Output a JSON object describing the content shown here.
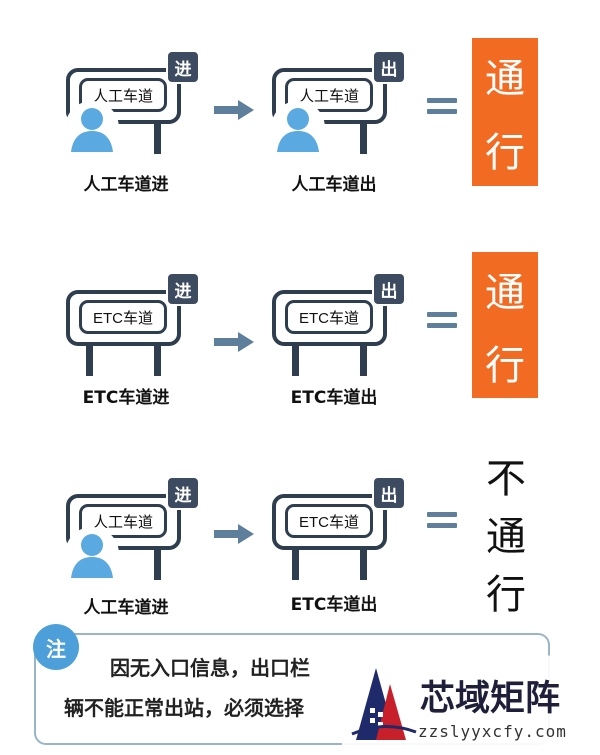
{
  "rows": [
    {
      "entry_board_text": "人工车道",
      "entry_badge": "进",
      "entry_caption": "人工车道进",
      "exit_board_text": "人工车道",
      "exit_badge": "出",
      "exit_caption": "人工车道出",
      "result_chars": [
        "通",
        "行"
      ]
    },
    {
      "entry_board_text": "ETC车道",
      "entry_badge": "进",
      "entry_caption": "ETC车道进",
      "exit_board_text": "ETC车道",
      "exit_badge": "出",
      "exit_caption": "ETC车道出",
      "result_chars": [
        "通",
        "行"
      ]
    },
    {
      "entry_board_text": "人工车道",
      "entry_badge": "进",
      "entry_caption": "人工车道进",
      "exit_board_text": "ETC车道",
      "exit_badge": "出",
      "exit_caption": "ETC车道出",
      "result_chars": [
        "不",
        "通",
        "行"
      ]
    }
  ],
  "note": {
    "badge": "注",
    "line1": "因无入口信息，出口栏",
    "line2": "辆不能正常出站，必须选择"
  },
  "watermark": {
    "name": "芯域矩阵",
    "url": "zzslyyxcfy.com"
  },
  "colors": {
    "result_orange": "#f26b22",
    "board_dark": "#2f3e4f",
    "arrow_blue": "#5d7f9c",
    "person_blue": "#5aa9e0",
    "note_blue": "#4c9fd8"
  }
}
